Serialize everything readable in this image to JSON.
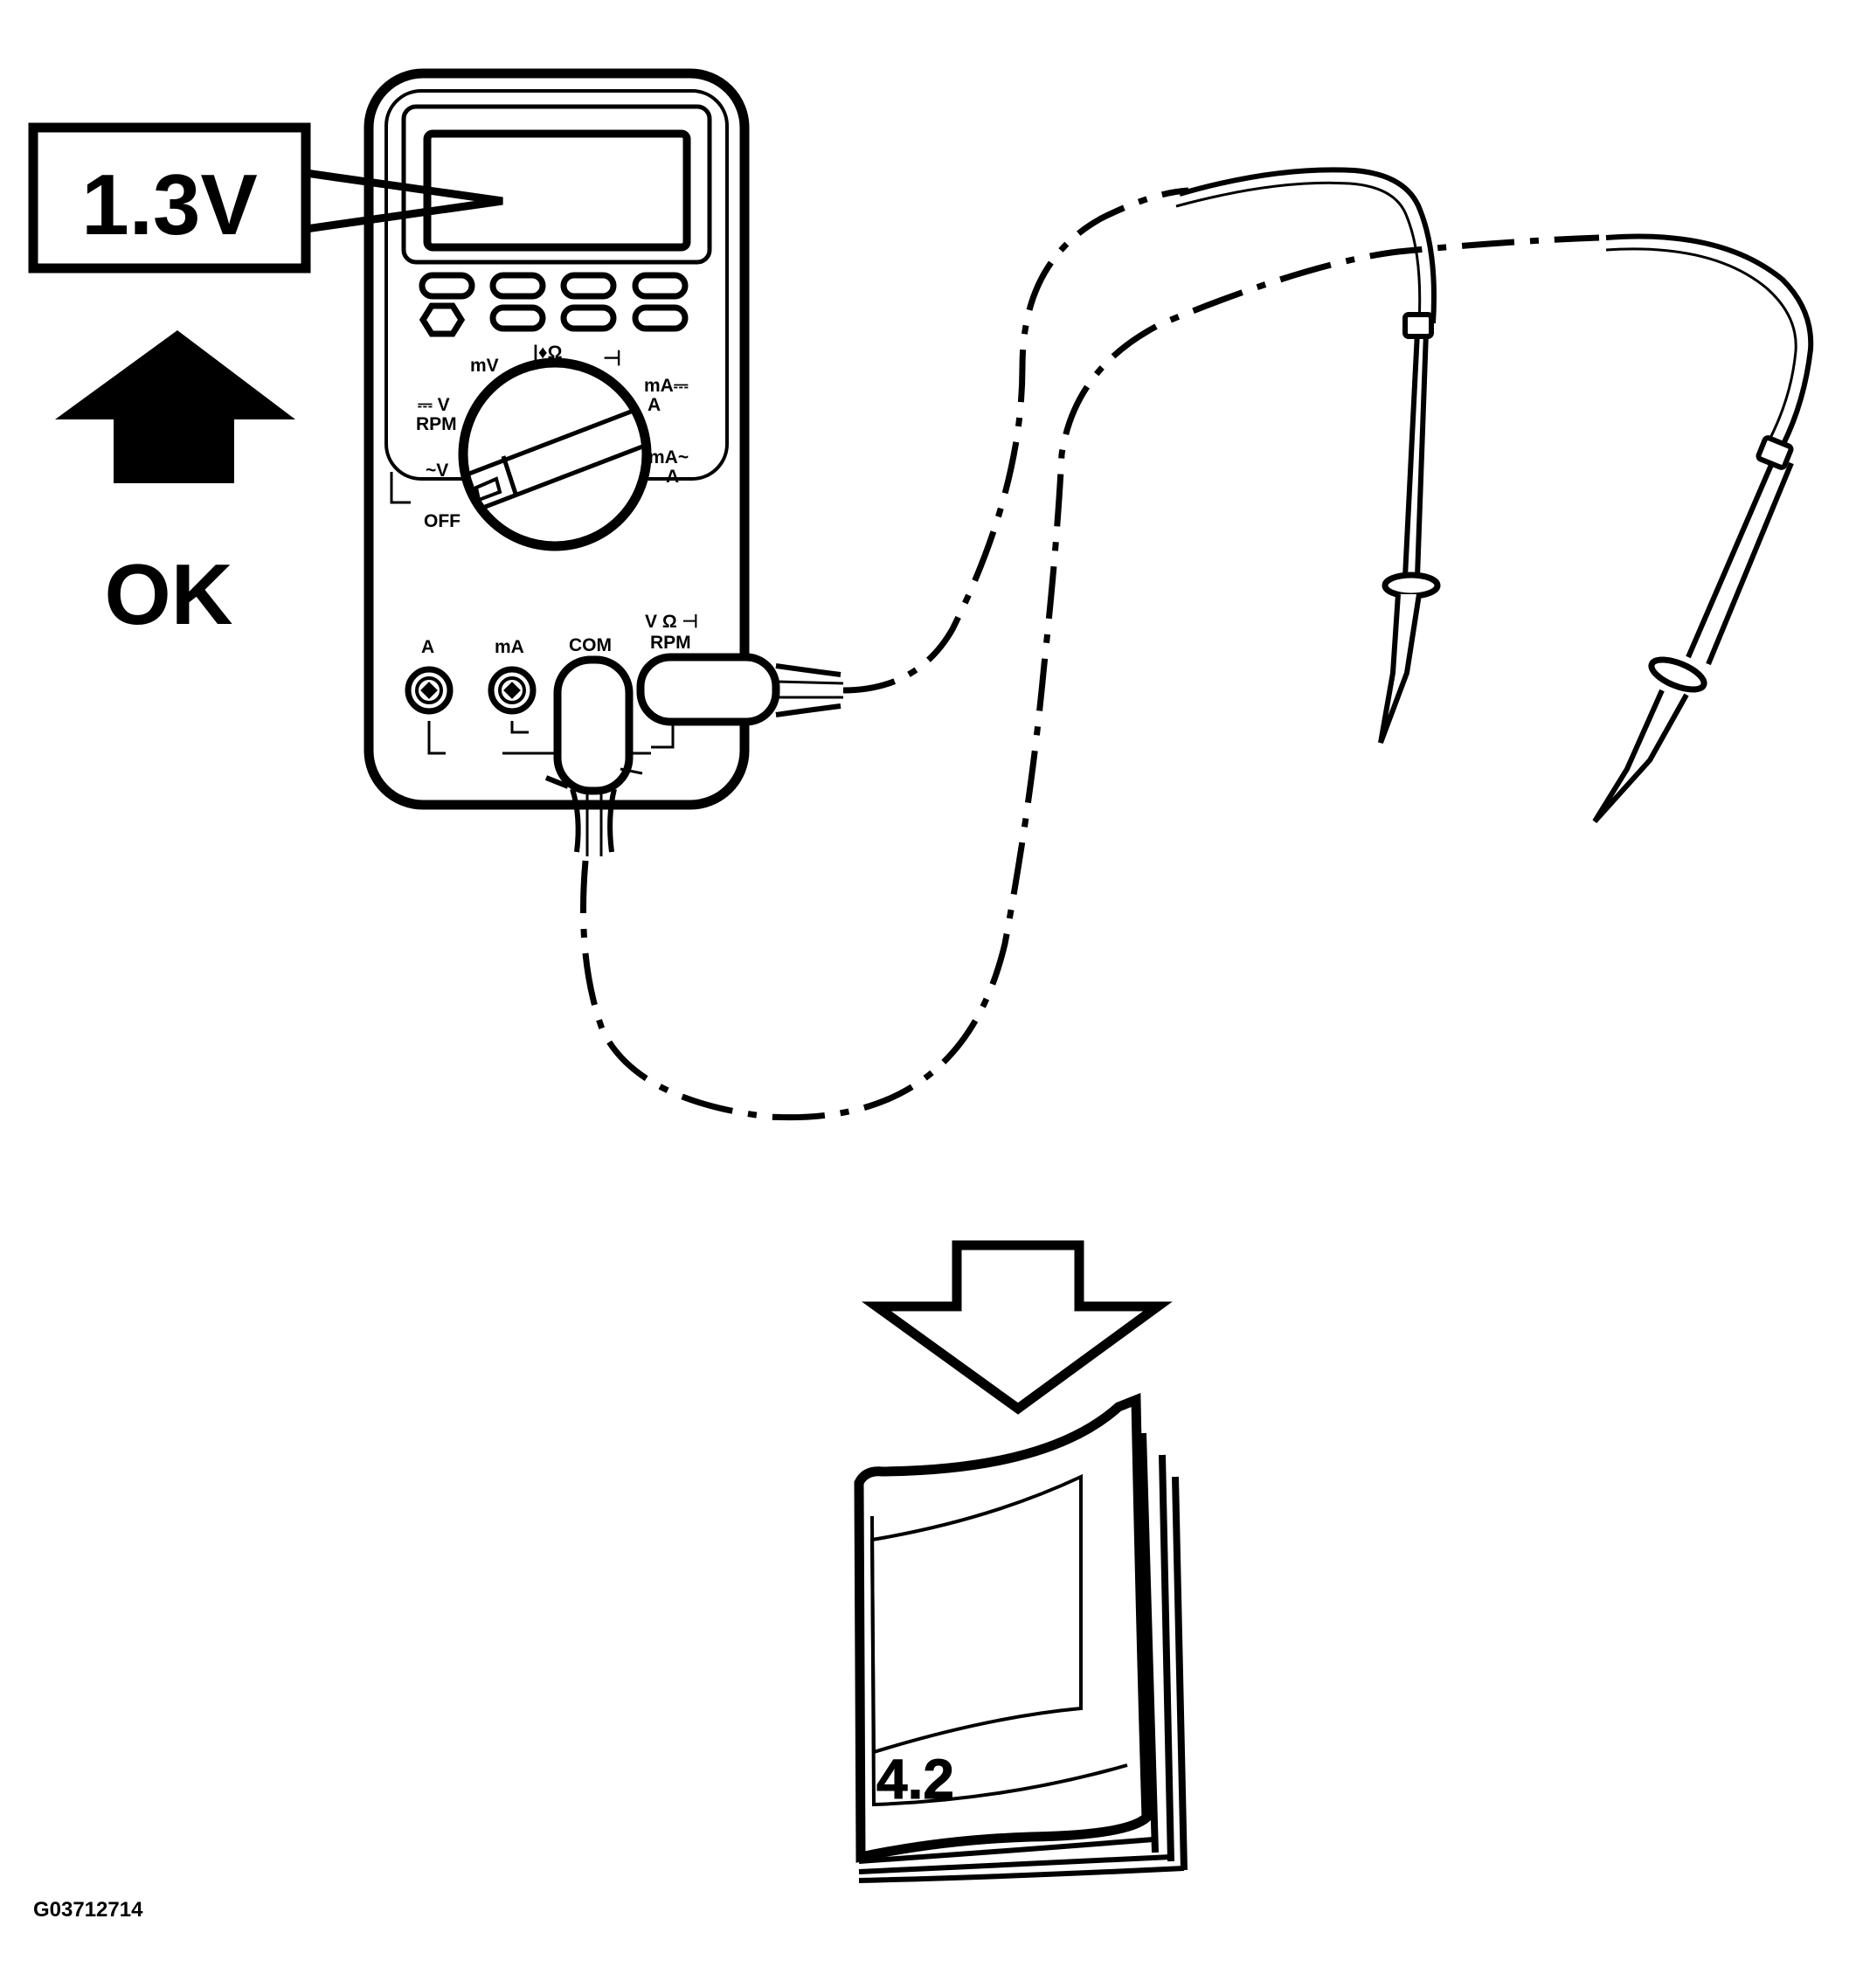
{
  "reading": "1.3V",
  "status": "OK",
  "dial": {
    "mv": "mV",
    "ohm": "|♦Ω",
    "diode": "⊣",
    "dcv": "⎓ V",
    "rpm": "RPM",
    "acv": "~V",
    "off": "OFF",
    "dcma": "mA⎓",
    "dca": "A",
    "acma": "mA~",
    "aca": "A"
  },
  "jacks": {
    "a": "A",
    "ma": "mA",
    "com": "COM",
    "vohm": "V Ω ⊣",
    "rpm": "RPM"
  },
  "manual_section": "4.2",
  "figure_id": "G03712714",
  "colors": {
    "ink": "#000000",
    "paper": "#ffffff"
  }
}
